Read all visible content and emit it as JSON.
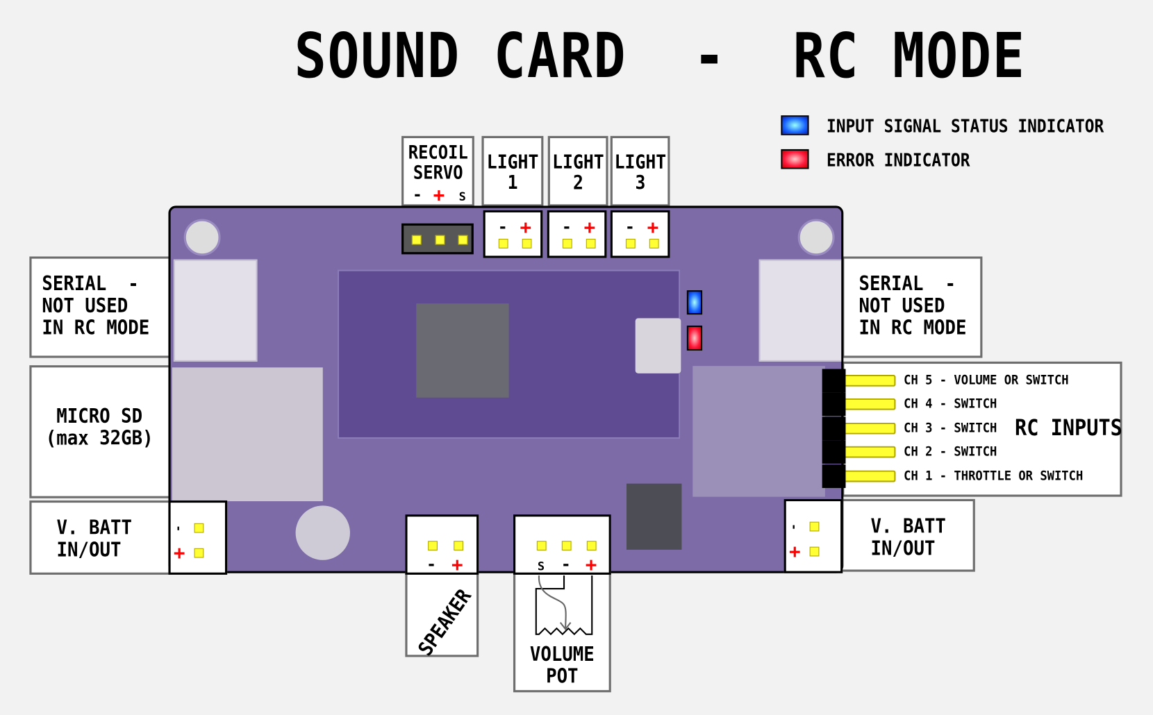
{
  "title": "SOUND CARD  -  RC MODE",
  "legend": [
    {
      "label": "INPUT SIGNAL STATUS INDICATOR",
      "color": "#1a66ff"
    },
    {
      "label": "ERROR INDICATOR",
      "color": "#ff1a3c"
    }
  ],
  "top_connectors": {
    "recoil_servo": {
      "line1": "RECOIL",
      "line2": "SERVO",
      "pins": [
        "-",
        "+",
        "S"
      ]
    },
    "lights": [
      {
        "line1": "LIGHT",
        "line2": "1",
        "pins": [
          "-",
          "+"
        ]
      },
      {
        "line1": "LIGHT",
        "line2": "2",
        "pins": [
          "-",
          "+"
        ]
      },
      {
        "line1": "LIGHT",
        "line2": "3",
        "pins": [
          "-",
          "+"
        ]
      }
    ]
  },
  "left": {
    "serial": "SERIAL  -\nNOT USED\nIN RC MODE",
    "micro_sd": "MICRO SD\n(max 32GB)",
    "vbatt": "V. BATT\nIN/OUT",
    "vbatt_pins": [
      "-",
      "+"
    ]
  },
  "right": {
    "serial": "SERIAL  -\nNOT USED\nIN RC MODE",
    "vbatt": "V. BATT\nIN/OUT",
    "vbatt_pins": [
      "-",
      "+"
    ]
  },
  "rc_inputs": {
    "title": "RC INPUTS",
    "channels": [
      "CH 5 - VOLUME OR SWITCH",
      "CH 4 - SWITCH",
      "CH 3 - SWITCH",
      "CH 2 - SWITCH",
      "CH 1 - THROTTLE OR SWITCH"
    ]
  },
  "bottom": {
    "speaker": {
      "label": "SPEAKER",
      "pins": [
        "-",
        "+"
      ]
    },
    "volume_pot": {
      "label": "VOLUME\nPOT",
      "pins": [
        "S",
        "-",
        "+"
      ]
    }
  },
  "colors": {
    "pin_pad": "#ffff33",
    "board": "#7d6ba8",
    "plus": "#ff0000"
  }
}
